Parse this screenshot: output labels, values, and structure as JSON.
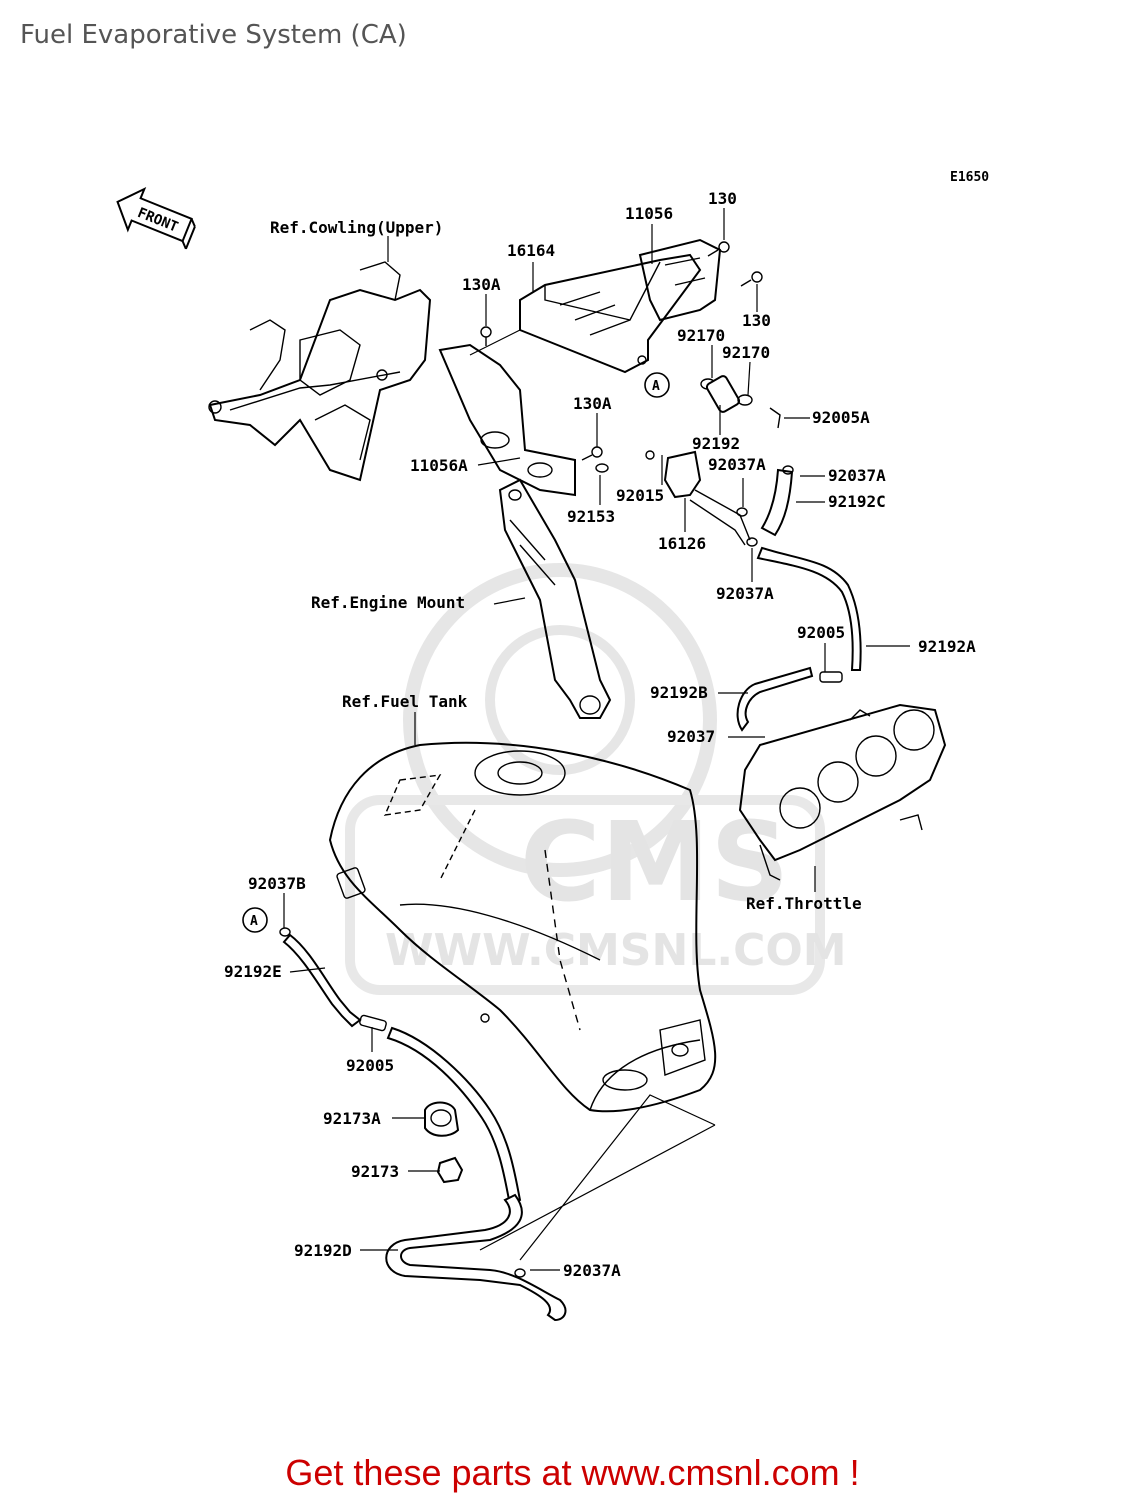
{
  "title": "Fuel Evaporative System (CA)",
  "diagram_code": "E1650",
  "front_label": "FRONT",
  "watermark": {
    "brand": "CMS",
    "url": "WWW.CMSNL.COM"
  },
  "callouts": {
    "ref_cowling": "Ref.Cowling(Upper)",
    "ref_engine_mount": "Ref.Engine Mount",
    "ref_fuel_tank": "Ref.Fuel Tank",
    "ref_throttle": "Ref.Throttle",
    "p11056": "11056",
    "p130_top": "130",
    "p130_right": "130",
    "p16164": "16164",
    "p130A_top": "130A",
    "p92170_a": "92170",
    "p92170_b": "92170",
    "circleA_top": "A",
    "p130A_mid": "130A",
    "p92005A": "92005A",
    "p92192": "92192",
    "p11056A": "11056A",
    "p92037A_1": "92037A",
    "p92037A_2": "92037A",
    "p92015": "92015",
    "p92192C": "92192C",
    "p92153": "92153",
    "p16126": "16126",
    "p92037A_3": "92037A",
    "p92005_top": "92005",
    "p92192A": "92192A",
    "p92192B": "92192B",
    "p92037": "92037",
    "p92037B": "92037B",
    "circleA_bottom": "A",
    "p92192E": "92192E",
    "p92005_bottom": "92005",
    "p92173A": "92173A",
    "p92173": "92173",
    "p92192D": "92192D",
    "p92037A_4": "92037A"
  },
  "footer": "Get these parts at www.cmsnl.com !"
}
